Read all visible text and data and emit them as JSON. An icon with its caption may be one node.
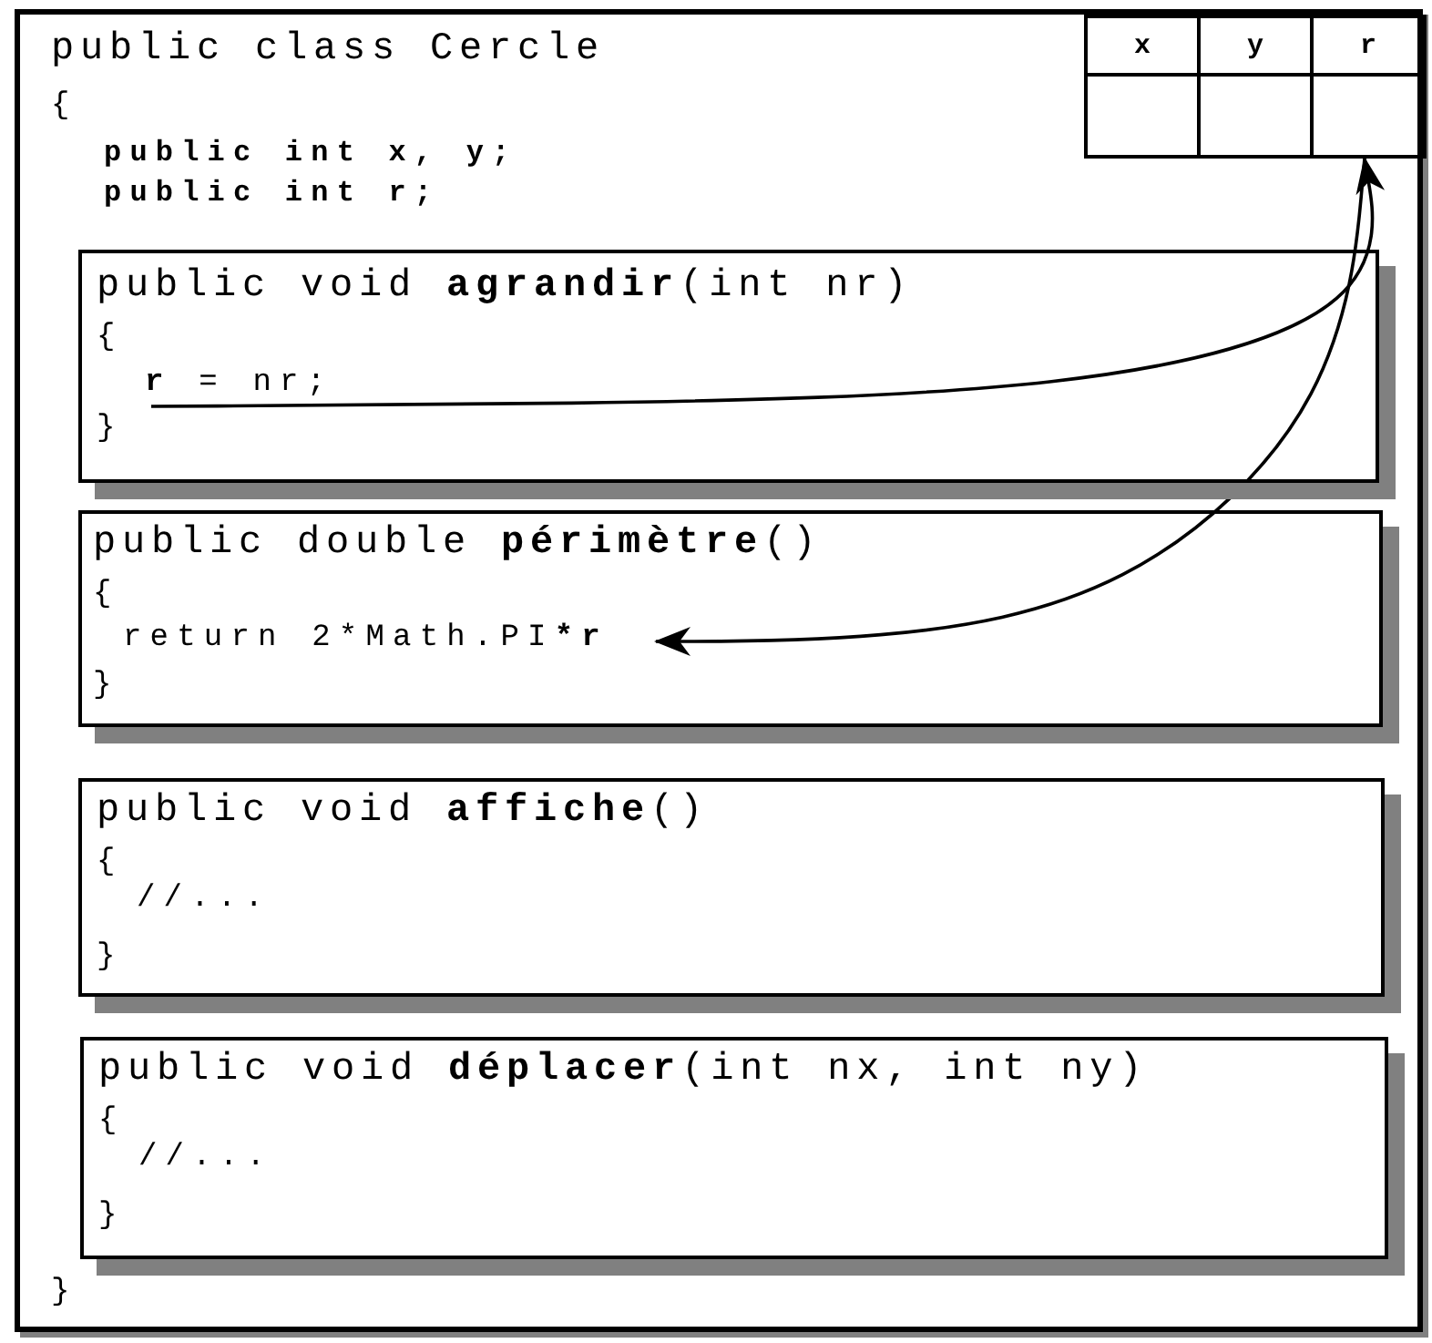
{
  "diagram": {
    "nodes": [
      {
        "text": [
          "public class Cercle",
          "{",
          "public int x, y;",
          "public int r;",
          "}"
        ]
      },
      {
        "text": [
          "x"
        ],
        "in": 0
      },
      {
        "text": [
          "y"
        ],
        "in": 0
      },
      {
        "text": [
          "r"
        ],
        "in": 0
      },
      {
        "text": [],
        "shape": "box",
        "in": 0
      },
      {
        "text": [],
        "shape": "box",
        "in": 0
      },
      {
        "text": [],
        "shape": "box",
        "in": 0
      },
      {
        "text": [
          "public void **agrandir**(int nr)",
          "{",
          "}"
        ],
        "in": 0
      },
      {
        "text": [
          "**r** = nr;"
        ],
        "in": 7
      },
      {
        "text": [
          "public double **périmètre**()",
          "{",
          "}"
        ],
        "in": 0
      },
      {
        "text": [
          "return 2*Math.PI***r**"
        ],
        "in": 9
      },
      {
        "text": [
          "public void **affiche**()",
          "{",
          "//...",
          "}"
        ],
        "in": 0
      },
      {
        "text": [
          "public void **déplacer**(int nx, int ny)",
          "{",
          "//...",
          "}"
        ],
        "in": 0
      }
    ],
    "edges": [
      {
        "from": 8,
        "to": 6,
        "arrow": "to"
      },
      {
        "from": 6,
        "to": 10,
        "arrow": "to"
      }
    ]
  }
}
